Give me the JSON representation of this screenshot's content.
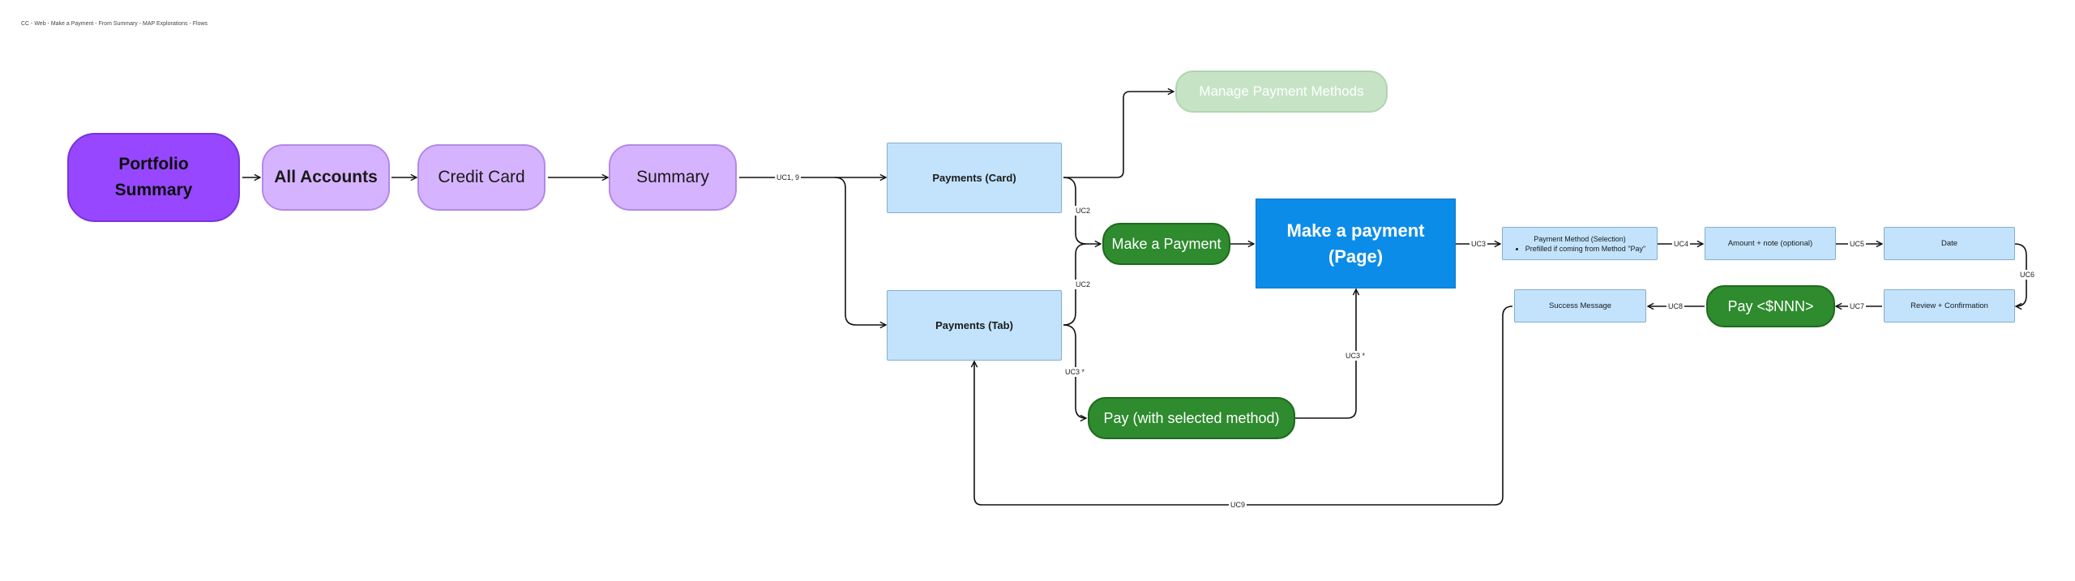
{
  "page_title": "CC - Web - Make a Payment - From Summary - MAP Explorations - Flows",
  "nodes": {
    "portfolio_summary": "Portfolio Summary",
    "all_accounts": "All Accounts",
    "credit_card": "Credit Card",
    "summary": "Summary",
    "payments_card": "Payments (Card)",
    "payments_tab": "Payments (Tab)",
    "manage_payment_methods": "Manage Payment Methods",
    "make_a_payment": "Make a Payment",
    "make_a_payment_page": "Make a payment (Page)",
    "pay_with_selected": "Pay (with selected method)",
    "payment_method_selection": "Payment Method (Selection)",
    "payment_method_note": "Prefilled if coming from Method \"Pay\"",
    "amount_note": "Amount + note (optional)",
    "date": "Date",
    "review_confirmation": "Review + Confirmation",
    "pay_nnn": "Pay <$NNN>",
    "success_message": "Success Message"
  },
  "edge_labels": {
    "uc1_9": "UC1, 9",
    "uc2_top": "UC2",
    "uc2_bottom": "UC2",
    "uc3": "UC3",
    "uc3_star_tab": "UC3 *",
    "uc3_star_page": "UC3 *",
    "uc4": "UC4",
    "uc5": "UC5",
    "uc6": "UC6",
    "uc7": "UC7",
    "uc8": "UC8",
    "uc9": "UC9"
  }
}
